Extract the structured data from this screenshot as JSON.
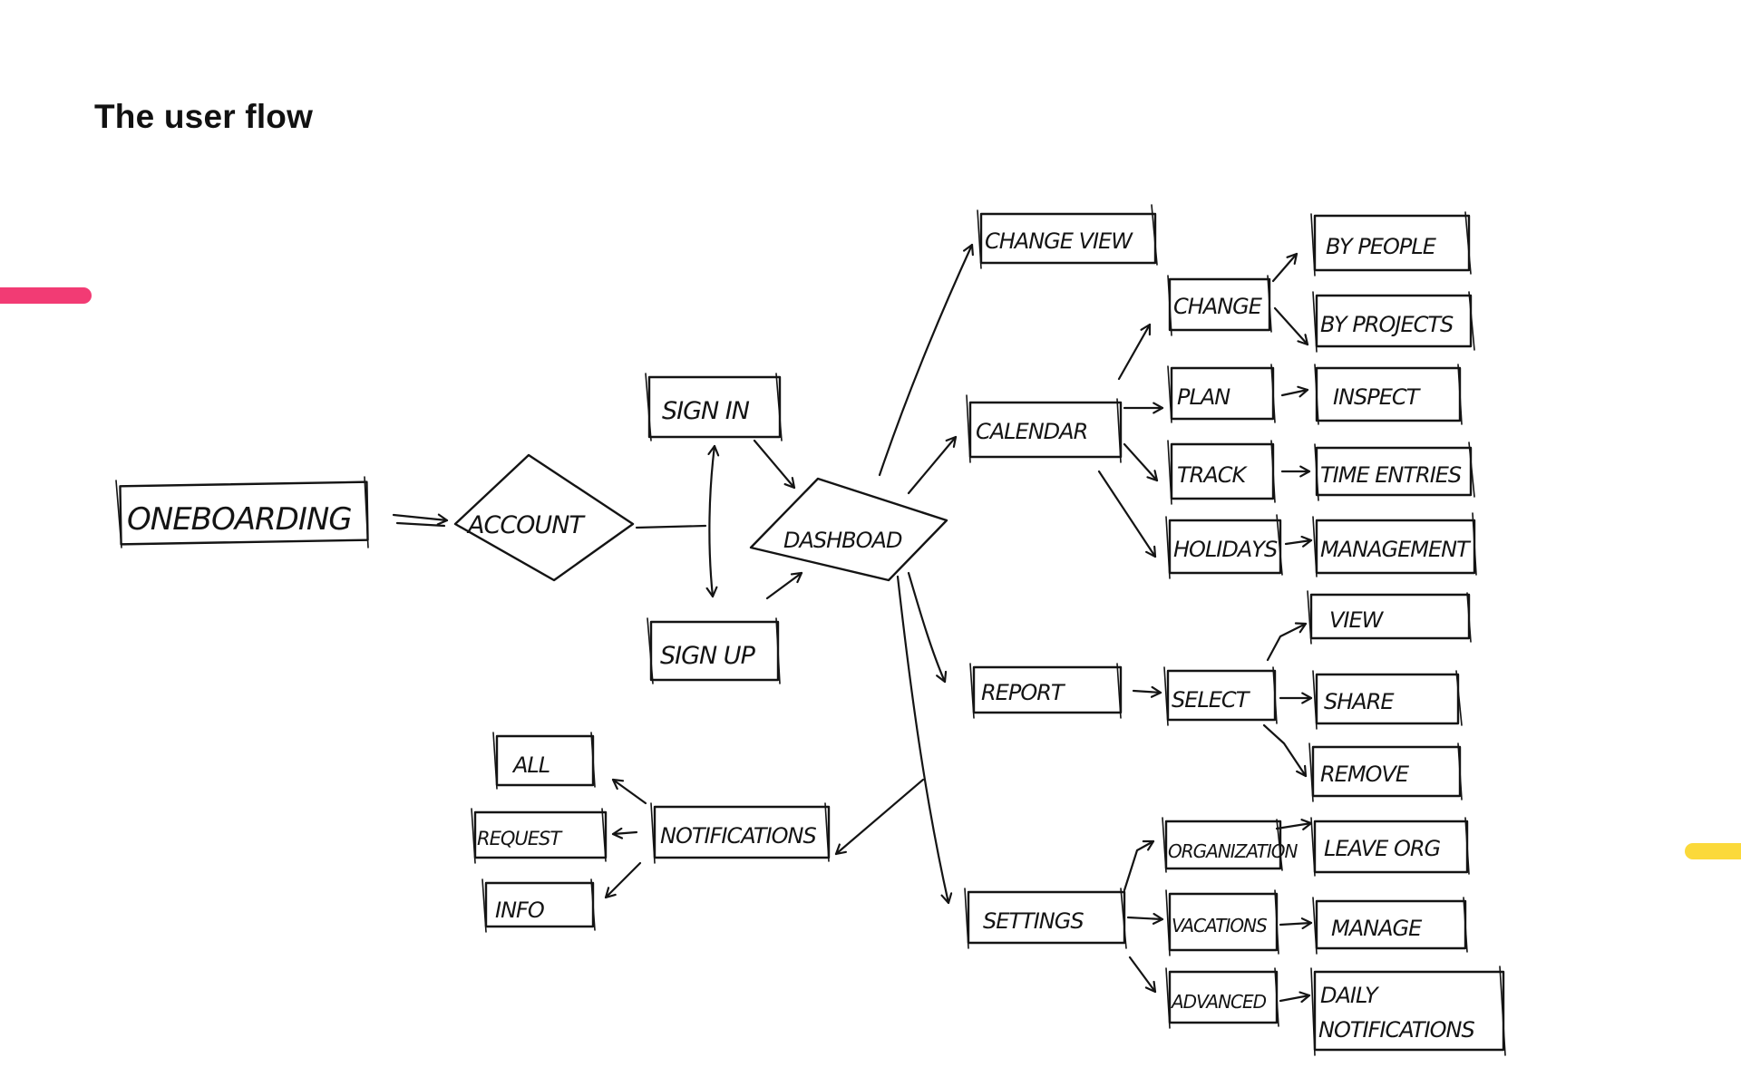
{
  "page": {
    "title": "The user flow"
  },
  "colors": {
    "accent_pink": "#f23b74",
    "accent_yellow": "#fbd93a",
    "ink": "#141414",
    "background": "#ffffff"
  },
  "flow": {
    "nodes": {
      "onboarding": "ONEBOARDING",
      "account": "ACCOUNT",
      "sign_in": "SIGN IN",
      "sign_up": "SIGN UP",
      "dashboard": "DASHBOAD",
      "change_view": "CHANGE VIEW",
      "calendar": "CALENDAR",
      "change": "CHANGE",
      "by_people": "BY PEOPLE",
      "by_project": "BY PROJECTS",
      "plan": "PLAN",
      "inspect": "INSPECT",
      "track": "TRACK",
      "time_entries": "TIME ENTRIES",
      "holidays": "HOLIDAYS",
      "management": "MANAGEMENT",
      "report": "REPORT",
      "select": "SELECT",
      "view": "VIEW",
      "share": "SHARE",
      "remove": "REMOVE",
      "settings": "SETTINGS",
      "organization": "ORGANIZATION",
      "leave_org": "LEAVE ORG",
      "vacations": "VACATIONS",
      "manage": "MANAGE",
      "advanced": "ADVANCED",
      "daily_notifications_1": "DAILY",
      "daily_notifications_2": "NOTIFICATIONS",
      "notifications": "NOTIFICATIONS",
      "all": "ALL",
      "request": "REQUEST",
      "info": "INFO"
    }
  }
}
